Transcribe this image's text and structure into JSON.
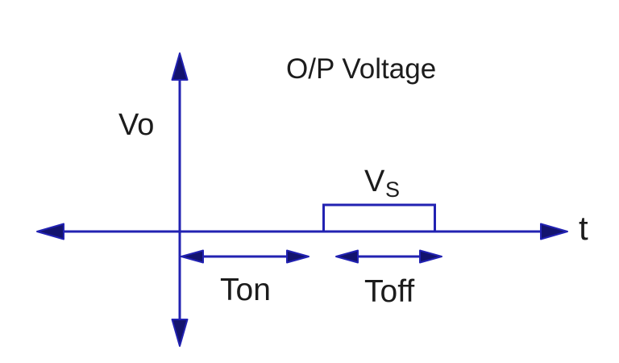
{
  "diagram": {
    "title": "O/P Voltage",
    "y_axis_label": "Vo",
    "x_axis_label": "t",
    "pulse_label": {
      "main": "V",
      "sub": "S"
    },
    "intervals": {
      "on_label": "Ton",
      "off_label": "Toff"
    }
  },
  "colors": {
    "line_blue": "#2222b2",
    "arrowhead_fill": "#13136e",
    "text": "#1c1c1c",
    "background": "#ffffff"
  }
}
